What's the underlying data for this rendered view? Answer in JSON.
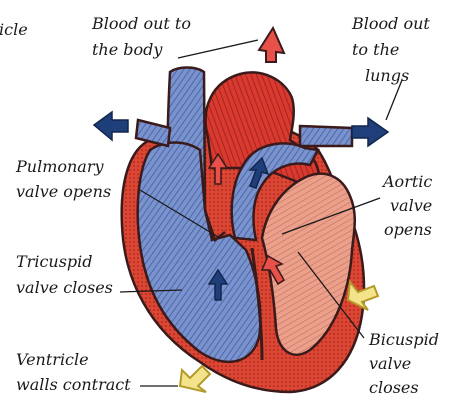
{
  "labels": {
    "cut_off": "icle",
    "blood_body_1": "Blood out to",
    "blood_body_2": "the body",
    "blood_lungs_1": "Blood out",
    "blood_lungs_2": "to the",
    "blood_lungs_3": "lungs",
    "pulmonary_1": "Pulmonary",
    "pulmonary_2": "valve opens",
    "aortic_1": "Aortic",
    "aortic_2": "valve",
    "aortic_3": "opens",
    "tricuspid_1": "Tricuspid",
    "tricuspid_2": "valve closes",
    "bicuspid_1": "Bicuspid",
    "bicuspid_2": "valve",
    "bicuspid_3": "closes",
    "ventricle_1": "Ventricle",
    "ventricle_2": "walls contract"
  },
  "colors": {
    "muscle_red": "#d9392e",
    "deoxygenated_blue": "#6f87c4",
    "oxygenated_pink": "#e8836f",
    "arrow_red": "#e8504a",
    "arrow_navy": "#1f3f7a",
    "arrow_yellow": "#f3e38a",
    "outline": "#3a1a1a"
  }
}
